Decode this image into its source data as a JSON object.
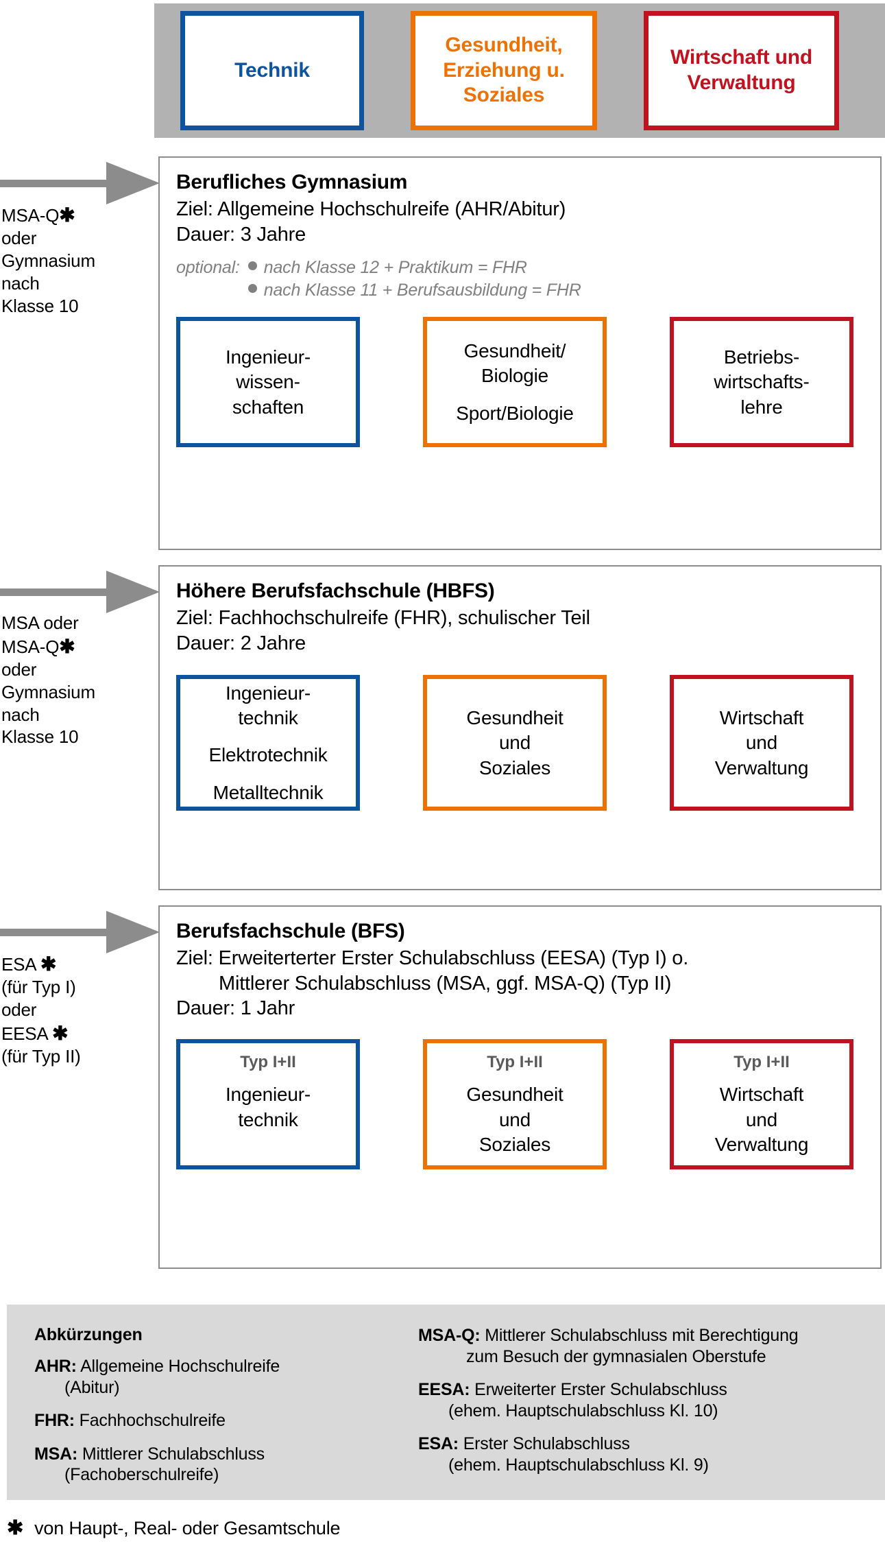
{
  "colors": {
    "blue": "#0d54a0",
    "orange": "#ee7203",
    "red": "#c1121f",
    "header_bg": "#b2b2b2",
    "legend_bg": "#d9d9d9",
    "arrow_gray": "#8c8c8c",
    "optional_gray": "#808080"
  },
  "header": {
    "columns": [
      {
        "label": "Technik",
        "color": "#0d54a0"
      },
      {
        "label": "Gesundheit, Erziehung u. Soziales",
        "color": "#ee7203"
      },
      {
        "label": "Wirtschaft und Verwaltung",
        "color": "#c1121f"
      }
    ]
  },
  "sections": [
    {
      "title": "Berufliches Gymnasium",
      "goal": "Ziel: Allgemeine Hochschulreife (AHR/Abitur)",
      "duration": "Dauer: 3 Jahre",
      "optional_label": "optional:",
      "optional_items": [
        "nach Klasse 12 + Praktikum = FHR",
        "nach Klasse 11 + Berufsausbildung = FHR"
      ],
      "entry": {
        "lines": [
          "MSA-Q",
          "oder",
          "Gymnasium",
          "nach",
          "Klasse 10"
        ],
        "asterisk_after_line": 0
      },
      "boxes": [
        {
          "color": "#0d54a0",
          "typ": "",
          "lines": [
            "Ingenieur-",
            "wissen-",
            "schaften"
          ],
          "spaced_from": -1
        },
        {
          "color": "#ee7203",
          "typ": "",
          "lines": [
            "Gesundheit/",
            "Biologie",
            "Sport/Biologie"
          ],
          "spaced_from": 2
        },
        {
          "color": "#c1121f",
          "typ": "",
          "lines": [
            "Betriebs-",
            "wirtschafts-",
            "lehre"
          ],
          "spaced_from": -1
        }
      ]
    },
    {
      "title": "Höhere Berufsfachschule (HBFS)",
      "goal": "Ziel: Fachhochschulreife (FHR), schulischer Teil",
      "duration": "Dauer: 2 Jahre",
      "optional_label": "",
      "optional_items": [],
      "entry": {
        "lines": [
          "MSA oder",
          "MSA-Q",
          "oder",
          "Gymnasium",
          "nach",
          "Klasse 10"
        ],
        "asterisk_after_line": 1
      },
      "boxes": [
        {
          "color": "#0d54a0",
          "typ": "",
          "lines": [
            "Ingenieur-",
            "technik",
            "Elektrotechnik",
            "Metalltechnik"
          ],
          "spaced_from": 2
        },
        {
          "color": "#ee7203",
          "typ": "",
          "lines": [
            "Gesundheit",
            "und",
            "Soziales"
          ],
          "spaced_from": -1
        },
        {
          "color": "#c1121f",
          "typ": "",
          "lines": [
            "Wirtschaft",
            "und",
            "Verwaltung"
          ],
          "spaced_from": -1
        }
      ]
    },
    {
      "title": "Berufsfachschule (BFS)",
      "goal": "Ziel: Erweiterterter Erster Schulabschluss (EESA) (Typ I) o.",
      "goal_line2": "Mittlerer Schulabschluss (MSA, ggf. MSA-Q) (Typ II)",
      "duration": "Dauer: 1 Jahr",
      "optional_label": "",
      "optional_items": [],
      "entry": {
        "lines": [
          "ESA",
          "(für Typ I)",
          "oder",
          "EESA",
          "(für Typ II)"
        ],
        "asterisk_after_line": 0,
        "asterisk_after_line2": 3
      },
      "boxes": [
        {
          "color": "#0d54a0",
          "typ": "Typ I+II",
          "lines": [
            "Ingenieur-",
            "technik"
          ],
          "spaced_from": -1
        },
        {
          "color": "#ee7203",
          "typ": "Typ I+II",
          "lines": [
            "Gesundheit",
            "und",
            "Soziales"
          ],
          "spaced_from": -1
        },
        {
          "color": "#c1121f",
          "typ": "Typ I+II",
          "lines": [
            "Wirtschaft",
            "und",
            "Verwaltung"
          ],
          "spaced_from": -1
        }
      ]
    }
  ],
  "legend": {
    "heading": "Abkürzungen",
    "left": [
      {
        "abbr": "AHR:",
        "text": "Allgemeine Hochschulreife",
        "cont": "(Abitur)"
      },
      {
        "abbr": "FHR:",
        "text": "Fachhochschulreife",
        "cont": ""
      },
      {
        "abbr": "MSA:",
        "text": "Mittlerer Schulabschluss",
        "cont": "(Fachoberschulreife)"
      }
    ],
    "right": [
      {
        "abbr": "MSA-Q:",
        "text": "Mittlerer Schulabschluss mit Berechtigung",
        "cont": "zum Besuch der gymnasialen Oberstufe"
      },
      {
        "abbr": "EESA:",
        "text": "Erweiterter Erster Schulabschluss",
        "cont": "(ehem. Hauptschulabschluss Kl. 10)"
      },
      {
        "abbr": "ESA:",
        "text": "Erster Schulabschluss",
        "cont": "(ehem. Hauptschulabschluss Kl. 9)"
      }
    ]
  },
  "footnote": {
    "asterisk": "✱",
    "text": "von Haupt-, Real- oder Gesamtschule"
  }
}
